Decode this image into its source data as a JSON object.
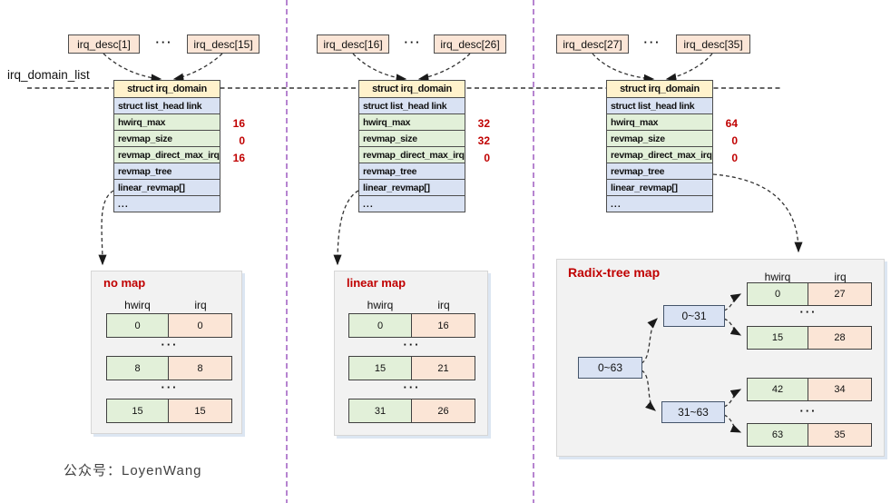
{
  "labels": {
    "domain_list": "irq_domain_list",
    "watermark": "公众号：LoyenWang",
    "dots": "···"
  },
  "columns": [
    {
      "desc_left": "irq_desc[1]",
      "desc_right": "irq_desc[15]",
      "struct": {
        "header": "struct irq_domain",
        "link_row": "struct list_head link",
        "fields": [
          {
            "label": "hwirq_max",
            "value": "16"
          },
          {
            "label": "revmap_size",
            "value": "0"
          },
          {
            "label": "revmap_direct_max_irq",
            "value": "16"
          }
        ],
        "tree_row": "revmap_tree",
        "linear_row": "linear_revmap[]",
        "more_row": "..."
      },
      "map": {
        "title": "no map",
        "hwirq_header": "hwirq",
        "irq_header": "irq",
        "rows": [
          [
            "0",
            "0"
          ],
          [
            "8",
            "8"
          ],
          [
            "15",
            "15"
          ]
        ]
      }
    },
    {
      "desc_left": "irq_desc[16]",
      "desc_right": "irq_desc[26]",
      "struct": {
        "header": "struct irq_domain",
        "link_row": "struct list_head link",
        "fields": [
          {
            "label": "hwirq_max",
            "value": "32"
          },
          {
            "label": "revmap_size",
            "value": "32"
          },
          {
            "label": "revmap_direct_max_irq",
            "value": "0"
          }
        ],
        "tree_row": "revmap_tree",
        "linear_row": "linear_revmap[]",
        "more_row": "..."
      },
      "map": {
        "title": "linear map",
        "hwirq_header": "hwirq",
        "irq_header": "irq",
        "rows": [
          [
            "0",
            "16"
          ],
          [
            "15",
            "21"
          ],
          [
            "31",
            "26"
          ]
        ]
      }
    },
    {
      "desc_left": "irq_desc[27]",
      "desc_right": "irq_desc[35]",
      "struct": {
        "header": "struct irq_domain",
        "link_row": "struct list_head link",
        "fields": [
          {
            "label": "hwirq_max",
            "value": "64"
          },
          {
            "label": "revmap_size",
            "value": "0"
          },
          {
            "label": "revmap_direct_max_irq",
            "value": "0"
          }
        ],
        "tree_row": "revmap_tree",
        "linear_row": "linear_revmap[]",
        "more_row": "..."
      },
      "map": {
        "title": "Radix-tree map",
        "hwirq_header": "hwirq",
        "irq_header": "irq",
        "tree_nodes": {
          "root": "0~63",
          "child_upper": "0~31",
          "child_lower": "31~63"
        },
        "rows": [
          [
            "0",
            "27"
          ],
          [
            "15",
            "28"
          ],
          [
            "42",
            "34"
          ],
          [
            "63",
            "35"
          ]
        ]
      }
    }
  ],
  "colors": {
    "value_red": "#c00000",
    "green_cell": "#e2f0d9",
    "peach_cell": "#fbe5d6",
    "blue_cell": "#d9e2f3",
    "yellow_header": "#fff2cc",
    "purple_divider": "#a566c4",
    "panel_bg": "#f2f2f2"
  }
}
